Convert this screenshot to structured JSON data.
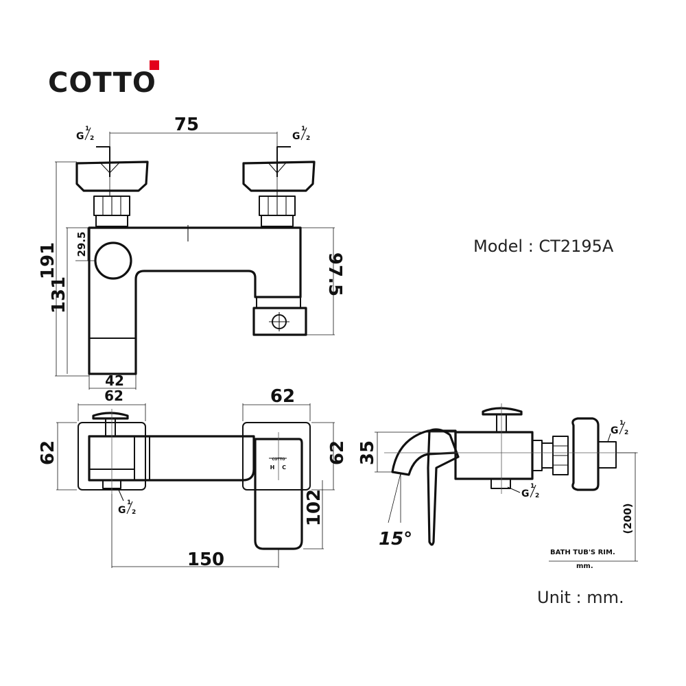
{
  "brand": {
    "name": "COTTO",
    "accent_color": "#e3001b"
  },
  "model_label": "Model : CT2195A",
  "unit_label": "Unit : mm.",
  "front_view": {
    "dim_top": "75",
    "dim_total_height": "191",
    "dim_body_height": "131",
    "dim_handle_offset": "29.5",
    "dim_spout_height": "97.5",
    "dim_bottom_width": "42",
    "inlet_left": {
      "g": "G",
      "num": "1",
      "den": "2"
    },
    "inlet_right": {
      "g": "G",
      "num": "1",
      "den": "2"
    }
  },
  "top_view": {
    "dim_left_width": "62",
    "dim_right_width": "62",
    "dim_left_depth": "62",
    "dim_right_depth": "62",
    "dim_lever_length": "102",
    "dim_center_distance": "150",
    "outlet": {
      "g": "G",
      "num": "1",
      "den": "2"
    },
    "lever_mark_top": "COTTO",
    "lever_mark_h": "H",
    "lever_mark_c": "C"
  },
  "side_view": {
    "dim_body_height": "35",
    "dim_rim_height": "(200)",
    "angle": "15°",
    "outlet_right": {
      "g": "G",
      "num": "1",
      "den": "2"
    },
    "outlet_bottom": {
      "g": "G",
      "num": "1",
      "den": "2"
    },
    "rim_label": "BATH TUB'S RIM.",
    "rim_unit": "mm."
  }
}
